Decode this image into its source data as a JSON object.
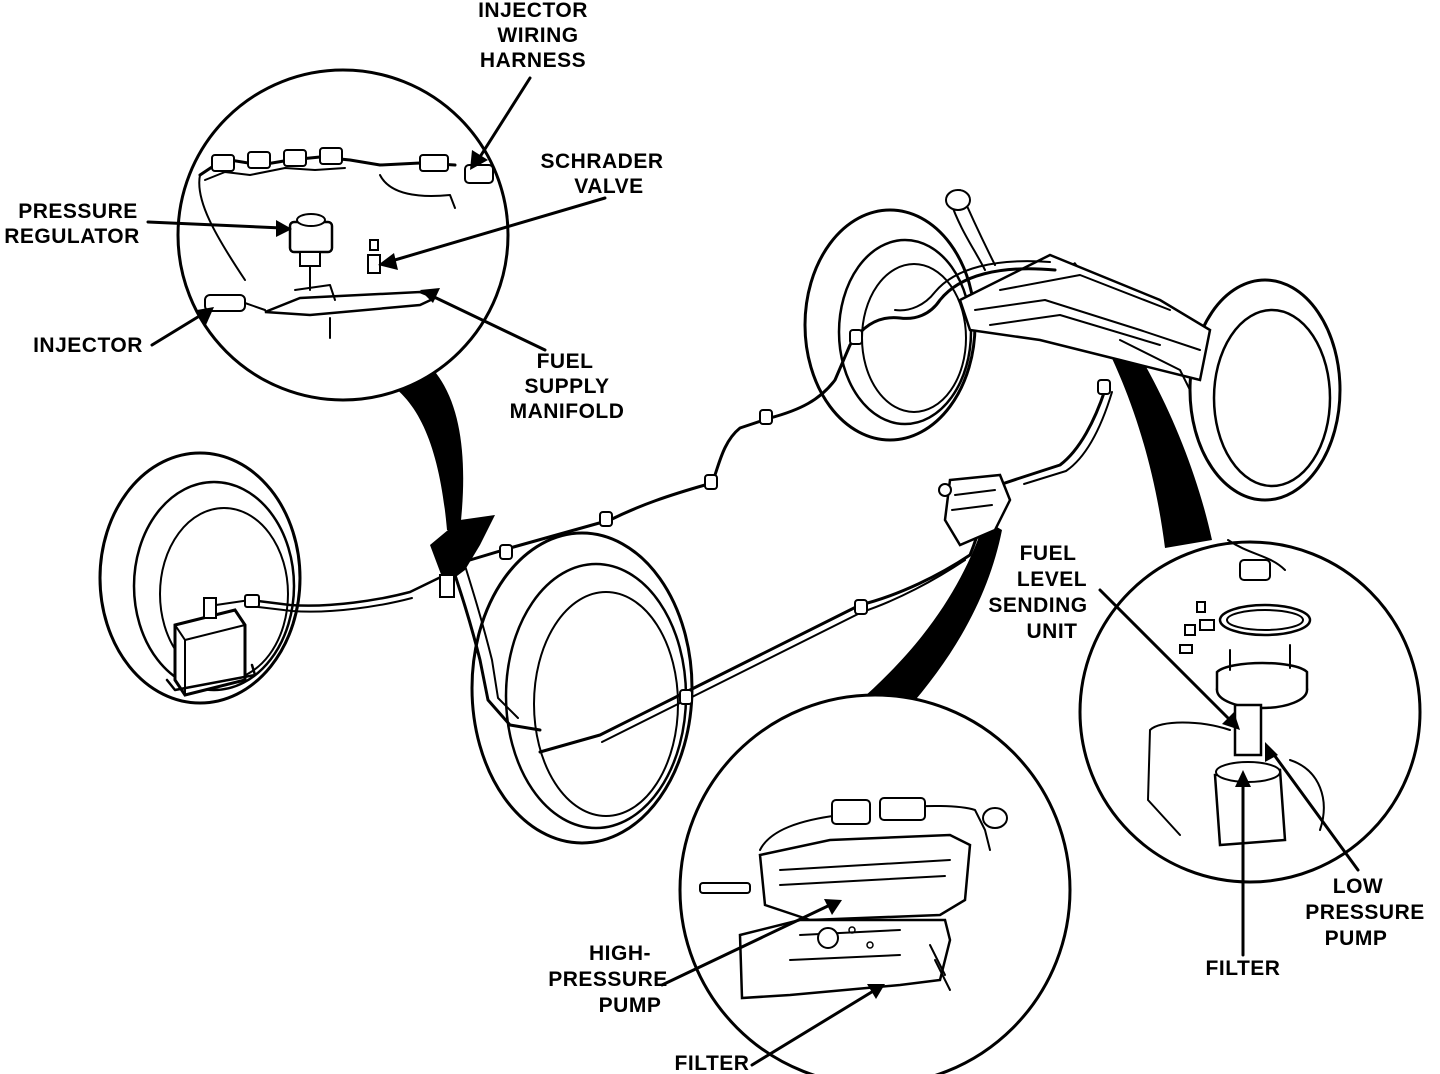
{
  "diagram": {
    "colors": {
      "ink": "#000000",
      "paper": "#ffffff"
    },
    "labels": {
      "injector_wiring_harness": [
        "INJECTOR",
        "WIRING",
        "HARNESS"
      ],
      "schrader_valve": [
        "SCHRADER",
        "VALVE"
      ],
      "pressure_regulator": [
        "PRESSURE",
        "REGULATOR"
      ],
      "injector": [
        "INJECTOR"
      ],
      "fuel_supply_manifold": [
        "FUEL",
        "SUPPLY",
        "MANIFOLD"
      ],
      "fuel_level_sending_unit": [
        "FUEL",
        "LEVEL",
        "SENDING",
        "UNIT"
      ],
      "high_pressure_pump": [
        "HIGH-",
        "PRESSURE",
        "PUMP"
      ],
      "filter_pump": [
        "FILTER"
      ],
      "low_pressure_pump": [
        "LOW",
        "PRESSURE",
        "PUMP"
      ],
      "filter_tank": [
        "FILTER"
      ]
    }
  }
}
